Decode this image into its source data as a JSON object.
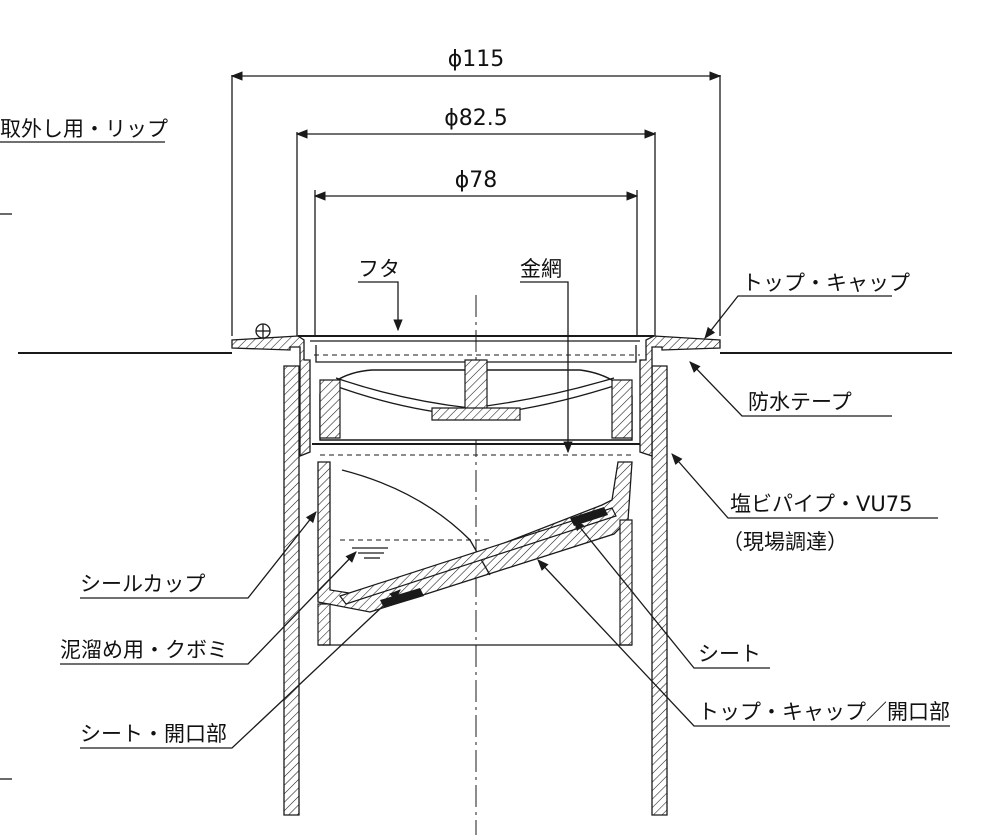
{
  "dimensions": {
    "d115": "ϕ115",
    "d82_5": "ϕ82.5",
    "d78": "ϕ78"
  },
  "labels": {
    "lip": "取外し用・リップ",
    "lid": "フタ",
    "mesh": "金網",
    "top_cap": "トップ・キャップ",
    "waterproof_tape": "防水テープ",
    "pvc_pipe": "塩ビパイプ・VU75",
    "pvc_pipe_note": "（現場調達）",
    "seal_cup": "シールカップ",
    "mud_recess": "泥溜め用・クボミ",
    "sheet_opening": "シート・開口部",
    "sheet": "シート",
    "top_cap_opening": "トップ・キャップ／開口部"
  }
}
